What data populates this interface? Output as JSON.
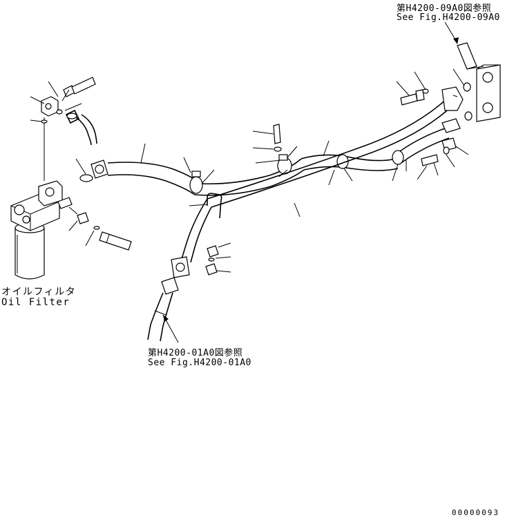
{
  "references": {
    "top_jp": "第H4200-09A0図参照",
    "top_en": "See Fig.H4200-09A0",
    "mid_jp": "第H4200-01A0図参照",
    "mid_en": "See Fig.H4200-01A0"
  },
  "filter_label": {
    "jp": "オイルフィルタ",
    "en": "Oil Filter"
  },
  "drawing_code": "00000093"
}
